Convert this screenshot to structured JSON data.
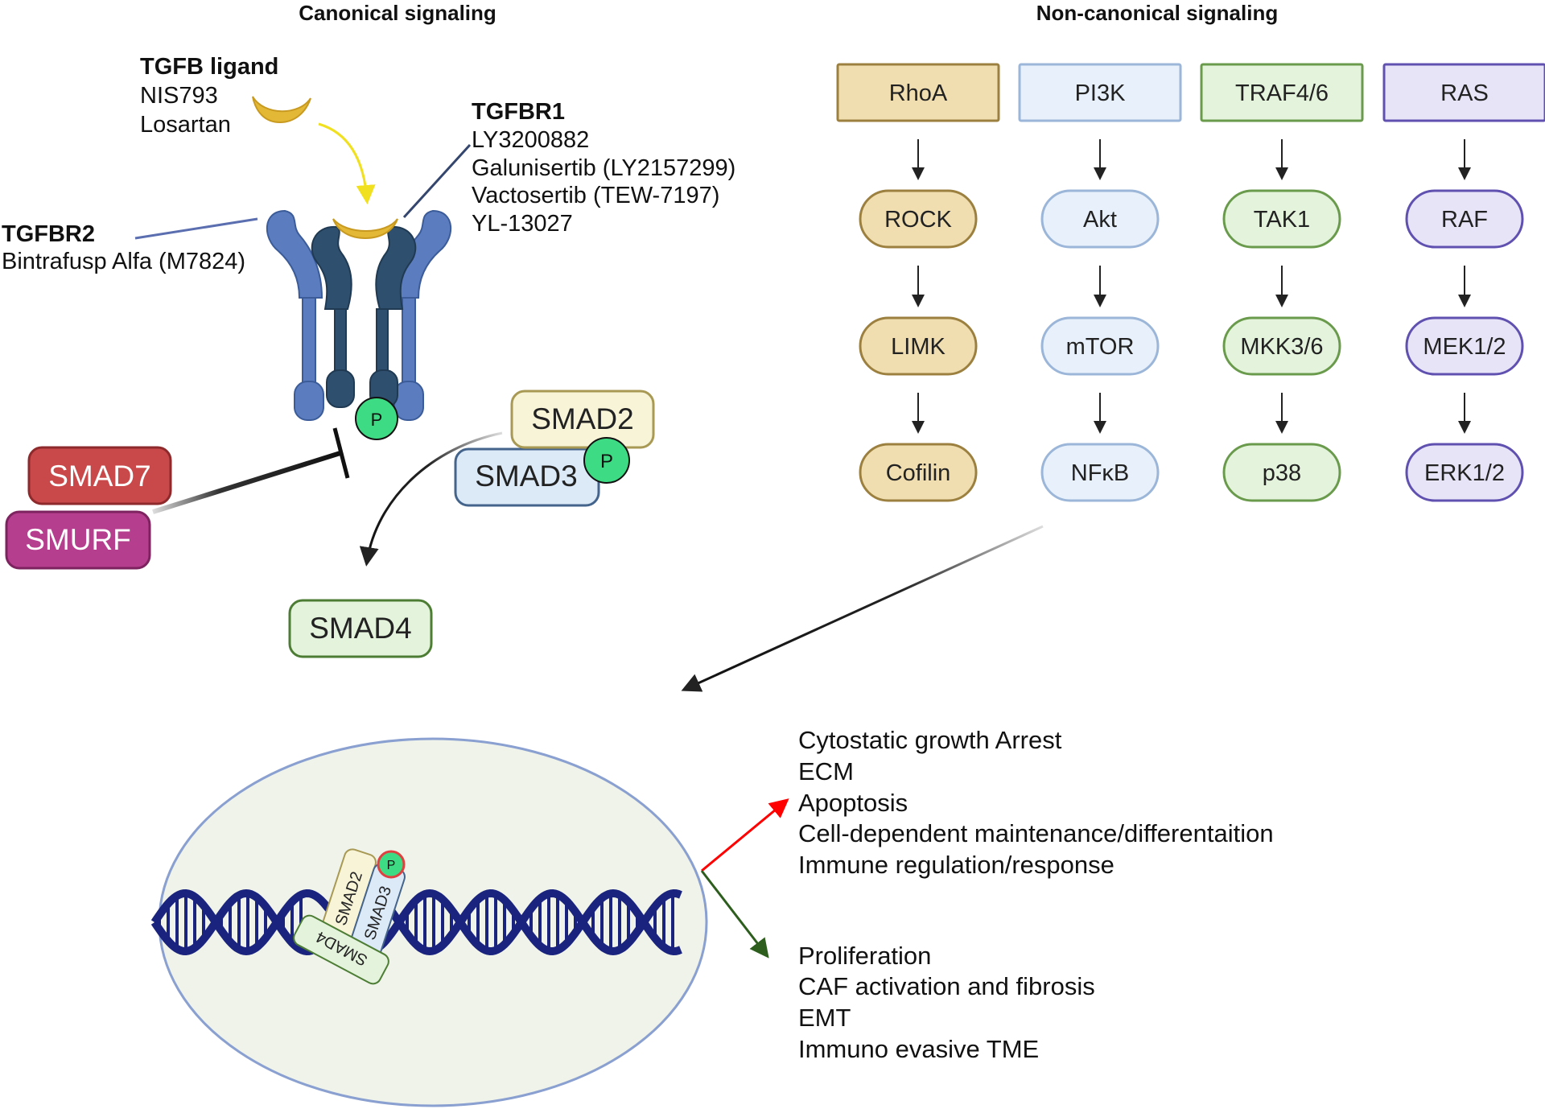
{
  "titles": {
    "canonical": "Canonical signaling",
    "non_canonical": "Non-canonical signaling"
  },
  "ligand": {
    "title": "TGFB ligand",
    "drugs": [
      "NIS793",
      "Losartan"
    ]
  },
  "tgfbr1": {
    "title": "TGFBR1",
    "drugs": [
      "LY3200882",
      "Galunisertib (LY2157299)",
      "Vactosertib (TEW-7197)",
      "YL-13027"
    ]
  },
  "tgfbr2": {
    "title": "TGFBR2",
    "drugs": [
      "Bintrafusp Alfa (M7824)"
    ]
  },
  "phospho_label": "P",
  "inhibitors": {
    "smad7": "SMAD7",
    "smurf": "SMURF"
  },
  "smads": {
    "smad2": "SMAD2",
    "smad3": "SMAD3",
    "smad4": "SMAD4"
  },
  "pathways": [
    {
      "name": "rhoa",
      "nodes": [
        "RhoA",
        "ROCK",
        "LIMK",
        "Cofilin"
      ],
      "fill": "#f0deb0",
      "stroke": "#9c8040"
    },
    {
      "name": "pi3k",
      "nodes": [
        "PI3K",
        "Akt",
        "mTOR",
        "NFκB"
      ],
      "fill": "#e8f1fb",
      "stroke": "#9bb6d8"
    },
    {
      "name": "traf",
      "nodes": [
        "TRAF4/6",
        "TAK1",
        "MKK3/6",
        "p38"
      ],
      "fill": "#e4f4dc",
      "stroke": "#6a9a4c"
    },
    {
      "name": "ras",
      "nodes": [
        "RAS",
        "RAF",
        "MEK1/2",
        "ERK1/2"
      ],
      "fill": "#e8e4f8",
      "stroke": "#6050b0"
    }
  ],
  "outcomes_early": [
    "Cytostatic growth Arrest",
    "ECM",
    "Apoptosis",
    "Cell-dependent maintenance/differentaition",
    "Immune regulation/response"
  ],
  "outcomes_late": [
    "Proliferation",
    "CAF activation and fibrosis",
    "EMT",
    "Immuno evasive TME"
  ],
  "colors": {
    "receptor_outer": "#5b7dbf",
    "receptor_inner": "#2e4f6e",
    "ligand": "#e3b837",
    "phospho": "#3ddc84",
    "smad7": "#c9484a",
    "smurf": "#b53e8e",
    "smad2": "#f8f4d8",
    "smad3": "#dce9f7",
    "smad4": "#e4f4dc",
    "nucleus": "#eff3ea",
    "dna": "#1a237e",
    "arrow_red": "#ff0000",
    "arrow_green": "#2e5e1e"
  }
}
